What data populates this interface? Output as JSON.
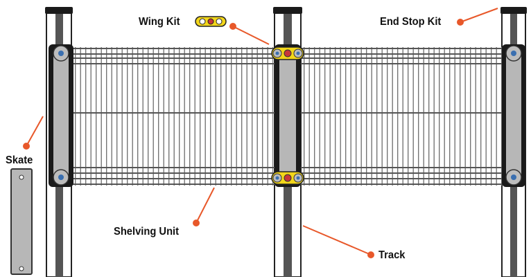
{
  "labels": {
    "wing_kit": "Wing Kit",
    "end_stop_kit": "End Stop Kit",
    "skate": "Skate",
    "shelving_unit": "Shelving Unit",
    "track": "Track"
  },
  "colors": {
    "leader_line": "#e8582a",
    "wing_kit": "#f3d61a",
    "track_post": "#555555",
    "skate_bar": "#b7b7b7",
    "wire": "#6b6b6b",
    "fastener": "#3a6fb0"
  }
}
